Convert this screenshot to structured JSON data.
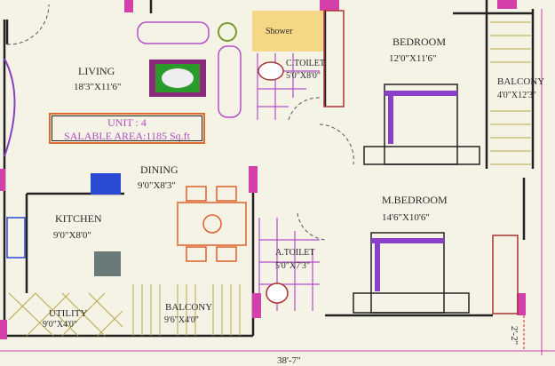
{
  "unit": {
    "title": "UNIT : 4",
    "area": "SALABLE AREA:1185 Sq.ft"
  },
  "rooms": {
    "living": {
      "name": "LIVING",
      "size": "18'3\"X11'6\""
    },
    "dining": {
      "name": "DINING",
      "size": "9'0\"X8'3\""
    },
    "kitchen": {
      "name": "KITCHEN",
      "size": "9'0\"X8'0\""
    },
    "utility": {
      "name": "UTILITY",
      "size": "9'0\"X4'0\""
    },
    "balcony_front": {
      "name": "BALCONY",
      "size": "9'6\"X4'0\""
    },
    "shower": {
      "name": "Shower"
    },
    "c_toilet": {
      "name": "C.TOILET",
      "size": "5'0\"X8'0\""
    },
    "bedroom": {
      "name": "BEDROOM",
      "size": "12'0\"X11'6\""
    },
    "balcony_side": {
      "name": "BALCONY",
      "size": "4'0\"X12'3\""
    },
    "m_bedroom": {
      "name": "M.BEDROOM",
      "size": "14'6\"X10'6\""
    },
    "a_toilet": {
      "name": "A.TOILET",
      "size": "5'0\"X7'3\""
    }
  },
  "dimensions": {
    "side": "2'-2\"",
    "overall_width": "38'-7\""
  },
  "colors": {
    "background": "#f5f2e6",
    "wall": "#222222",
    "window": "#d43fa8",
    "unit_border": "#e06a2a",
    "unit_text": "#b04fc0",
    "furniture_purple": "#8a3fc8",
    "dining_orange": "#e0602a"
  }
}
